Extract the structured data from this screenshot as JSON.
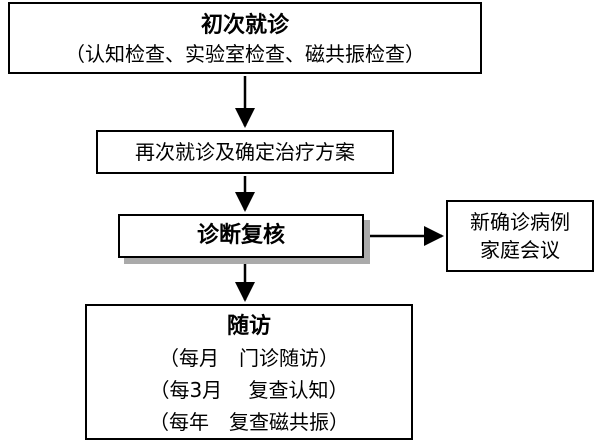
{
  "first_visit": {
    "title": "初次就诊",
    "subtitle": "（认知检查、实验室检查、磁共振检查）"
  },
  "second_visit": {
    "label": "再次就诊及确定治疗方案"
  },
  "diagnosis_review": {
    "label": "诊断复核"
  },
  "new_case": {
    "line1": "新确诊病例",
    "line2": "家庭会议"
  },
  "follow_up": {
    "title": "随访",
    "items": [
      "（每月　门诊随访）",
      "（每3月　 复查认知）",
      "（每年　复查磁共振）"
    ]
  }
}
